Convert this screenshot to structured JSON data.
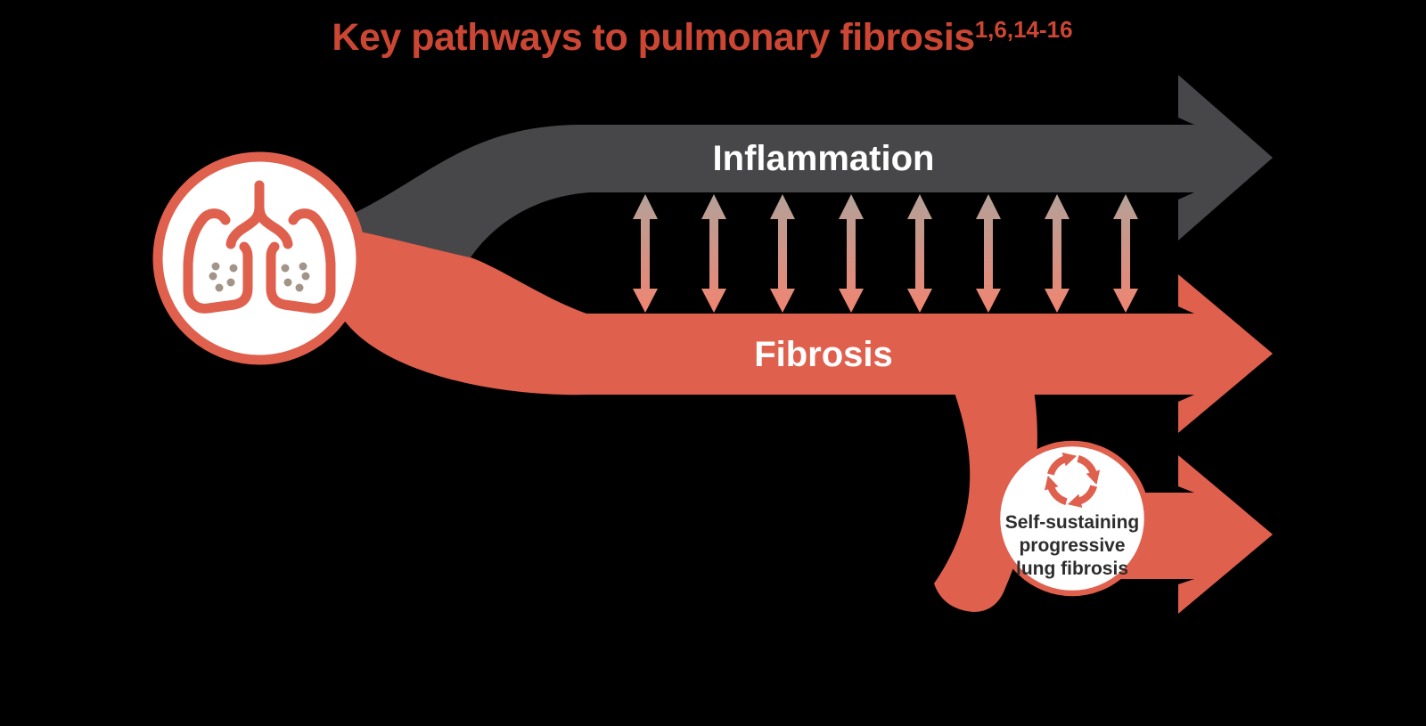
{
  "title": {
    "text": "Key pathways to pulmonary fibrosis",
    "superscript": "1,6,14-16"
  },
  "pathways": {
    "inflammation_label": "Inflammation",
    "fibrosis_label": "Fibrosis",
    "interaction_arrow_count": 8
  },
  "badge": {
    "lines": [
      "Self-sustaining",
      "progressive",
      "lung fibrosis"
    ]
  },
  "icons": {
    "source": "lungs-icon",
    "badge": "cycle-arrows-icon"
  },
  "colors": {
    "background": "#000000",
    "dark_band": "#47474a",
    "red": "#e0604e",
    "title_red": "#cc4634",
    "connector_top": "#b2a29a",
    "connector_bottom": "#f2836f",
    "dot_gray": "#a29588",
    "badge_text": "#2d2d2d",
    "white": "#ffffff"
  }
}
